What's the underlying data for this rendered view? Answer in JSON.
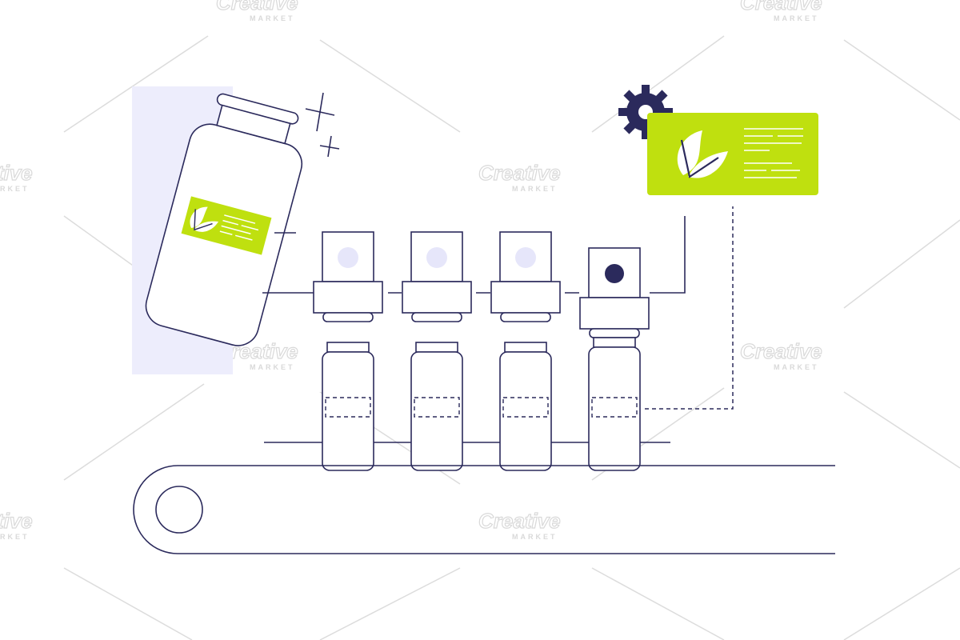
{
  "watermark": {
    "brand": "Creative",
    "sub": "MARKET"
  },
  "colors": {
    "line": "#2b2a5c",
    "accent_green": "#bfe00f",
    "lavender_panel": "#ededfc",
    "lavender_dot": "#e6e6fa",
    "dark_navy": "#2b2a5c",
    "watermark_gray": "#d9d9d9"
  },
  "icons": {
    "gear": "gear-icon",
    "leaf": "leaf-icon",
    "sparkle": "sparkle-icon"
  },
  "bottles_on_belt": 4,
  "capped_bottle_index": 3
}
